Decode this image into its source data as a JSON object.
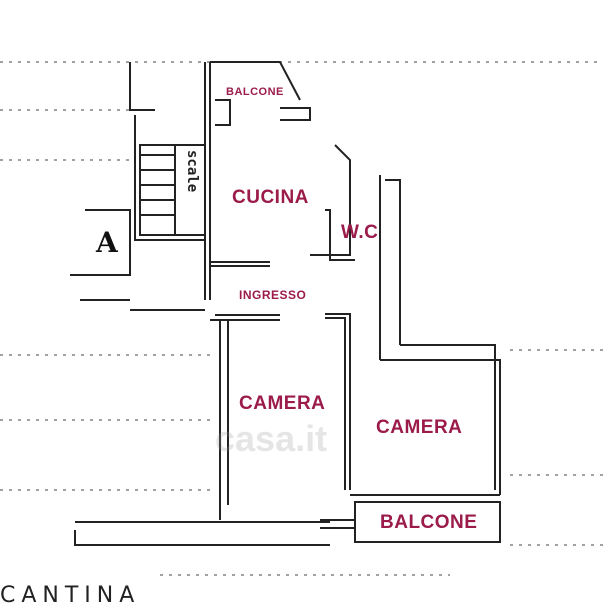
{
  "labels": {
    "balcone_top": "BALCONE",
    "cucina": "CUCINA",
    "wc": "W.C",
    "ingresso": "INGRESSO",
    "camera_left": "CAMERA",
    "camera_right": "CAMERA",
    "balcone_bottom": "BALCONE",
    "scale": "scale",
    "marker": "A",
    "cantina": "CANTINA",
    "watermark": "casa.it"
  },
  "colors": {
    "label": "#9b1b4a",
    "wall": "#222222",
    "background": "#ffffff"
  }
}
